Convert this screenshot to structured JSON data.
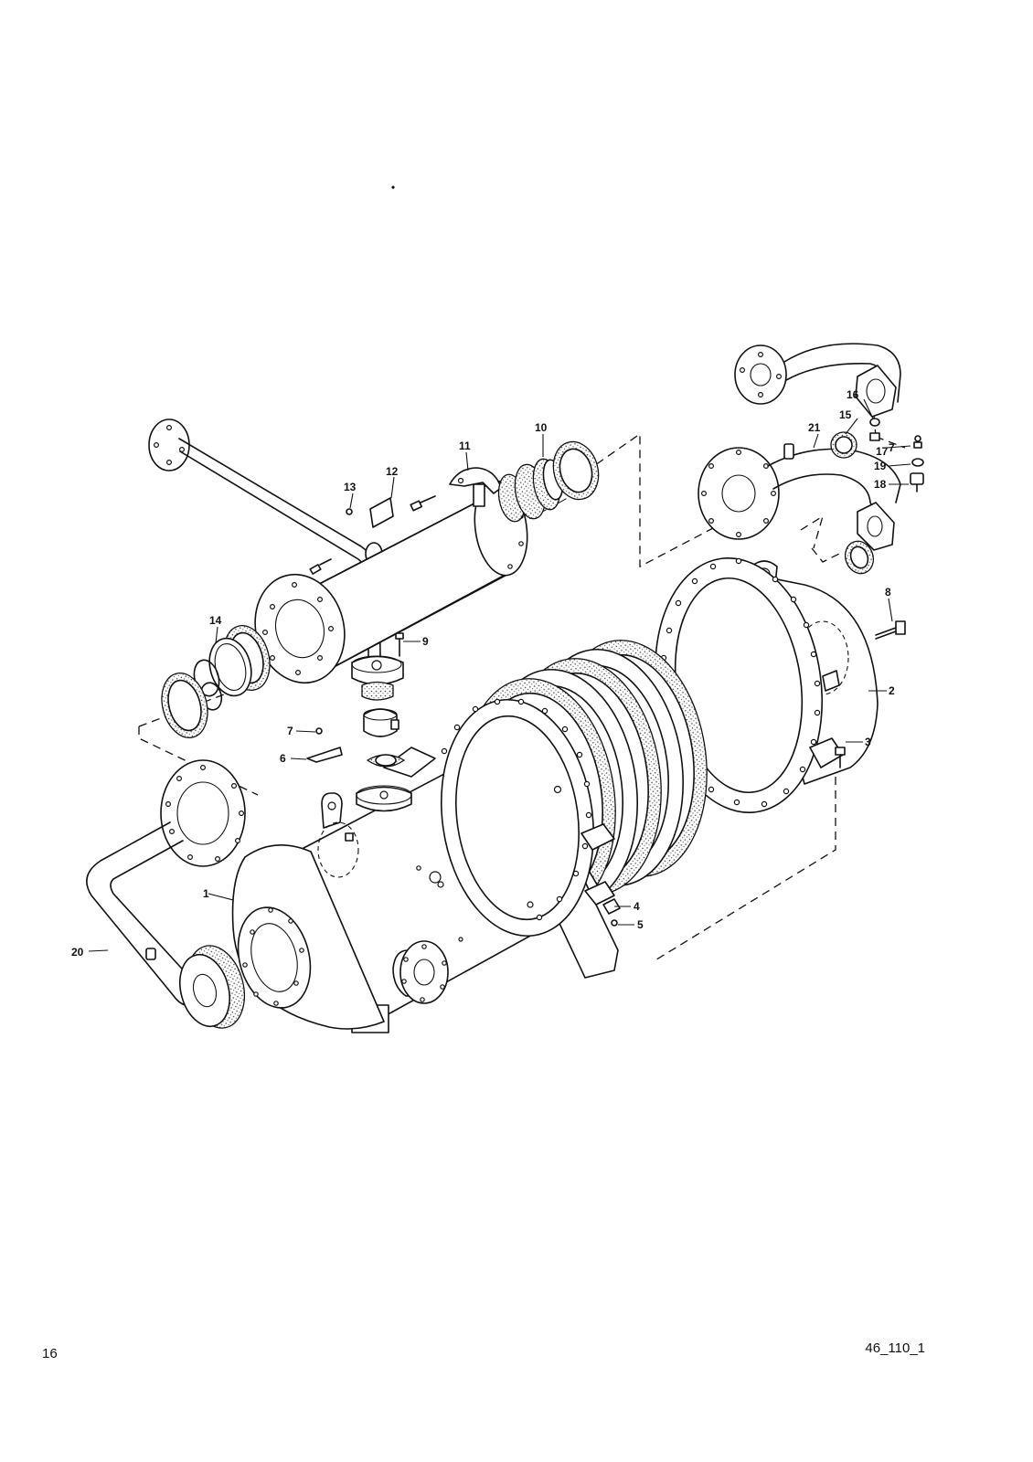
{
  "labels": [
    {
      "text": "1"
    },
    {
      "text": "2"
    },
    {
      "text": "3"
    },
    {
      "text": "4"
    },
    {
      "text": "5"
    },
    {
      "text": "6"
    },
    {
      "text": "7"
    },
    {
      "text": "7"
    },
    {
      "text": "8"
    },
    {
      "text": "9"
    },
    {
      "text": "10"
    },
    {
      "text": "11"
    },
    {
      "text": "12"
    },
    {
      "text": "13"
    },
    {
      "text": "14"
    },
    {
      "text": "15"
    },
    {
      "text": "16"
    },
    {
      "text": "17"
    },
    {
      "text": "18"
    },
    {
      "text": "19"
    },
    {
      "text": "20"
    },
    {
      "text": "21"
    }
  ],
  "footer": {
    "page_number": "16",
    "drawing_code": "46_110_1"
  }
}
